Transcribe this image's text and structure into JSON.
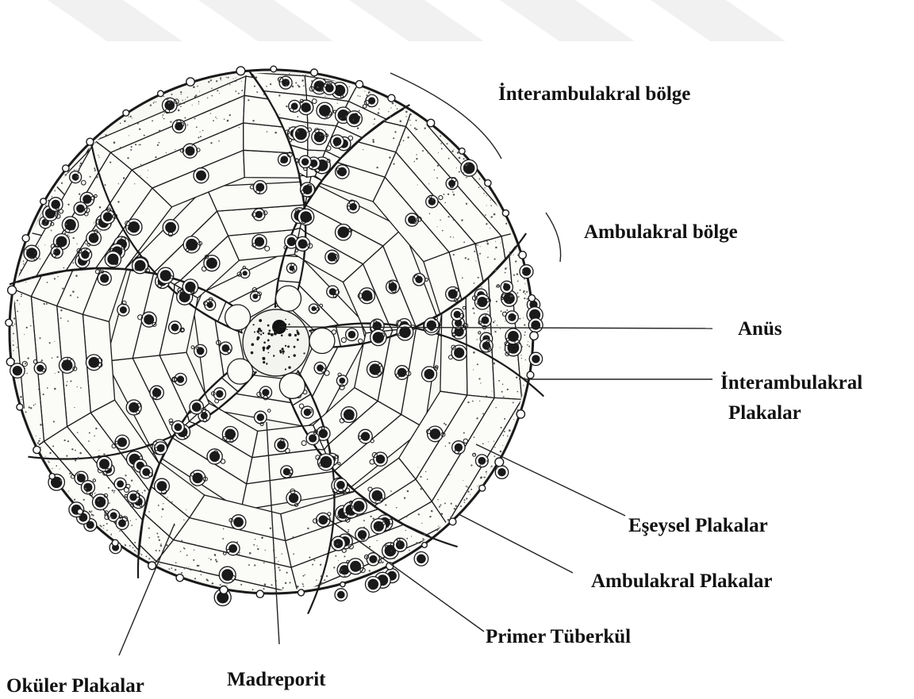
{
  "figure": {
    "labels": {
      "interambulacral_region": "İnterambulakral bölge",
      "ambulacral_region": "Ambulakral bölge",
      "anus": "Anüs",
      "interambulacral_plates_line1": "İnterambulakral",
      "interambulacral_plates_line2": "Plakalar",
      "genital_plates": "Eşeysel Plakalar",
      "ambulacral_plates": "Ambulakral Plakalar",
      "primary_tubercle": "Primer Tüberkül",
      "madreporite": "Madreporit",
      "ocular_plates": "Oküler Plakalar"
    },
    "colors": {
      "ink": "#1a1a1a",
      "plate_fill": "#fbfbf8",
      "watermark": "#f1f1f1"
    }
  }
}
